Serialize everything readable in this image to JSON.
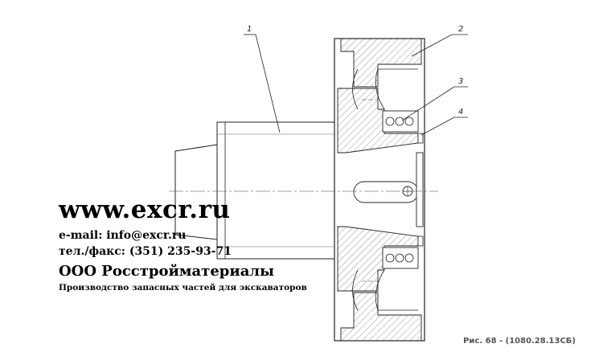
{
  "callouts": [
    "1",
    "2",
    "3",
    "4"
  ],
  "watermark": {
    "site": "www.excr.ru",
    "email": "e-mail: info@excr.ru",
    "phone": "тел./факс: (351) 235-93-71",
    "company": "ООО Росстройматериалы",
    "tagline": "Производство запасных частей для экскаваторов"
  },
  "caption": "Рис. 68 - (1080.28.13СБ)"
}
